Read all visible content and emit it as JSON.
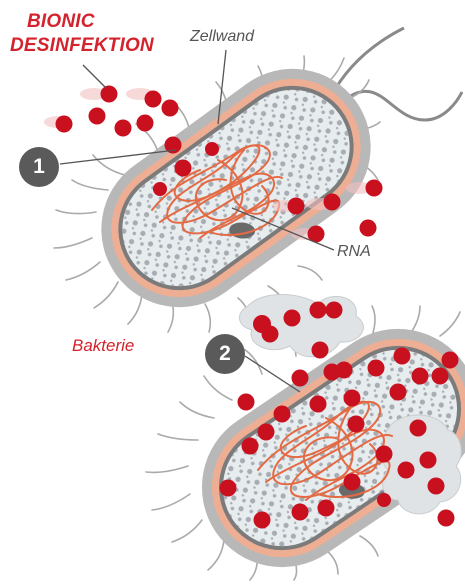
{
  "labels": {
    "title_line1": "BIONIC",
    "title_line2": "DESINFEKTION",
    "cell_wall": "Zellwand",
    "rna": "RNA",
    "bacterium": "Bakterie"
  },
  "steps": [
    {
      "number": "1"
    },
    {
      "number": "2"
    }
  ],
  "colors": {
    "accent_red": "#d4232c",
    "particle_red": "#c8101e",
    "membrane_gray": "#9c9c9c",
    "membrane_salmon": "#eeae94",
    "cytoplasm": "#e7ecef",
    "rna_strand": "#e46a44",
    "badge_gray": "#5a5a5a",
    "label_gray": "#555555"
  }
}
